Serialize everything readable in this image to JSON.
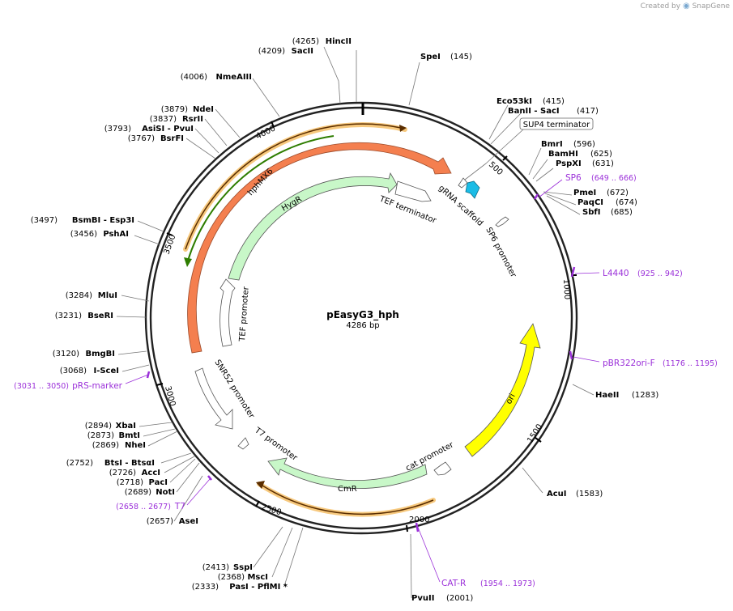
{
  "credit": {
    "prefix": "Created by",
    "brand": "SnapGene"
  },
  "plasmid": {
    "name": "pEasyG3_hph",
    "size": "4286 bp",
    "length": 4286
  },
  "colors": {
    "backbone": "#222222",
    "label": "#000000",
    "primer": "#9b30d9",
    "hph": "#f47f4f",
    "hygr": "#c8f7c8",
    "cmr": "#c8f7c8",
    "ori": "#ffff00",
    "promoter": "#ffffff",
    "gRNA": "#1bbce6",
    "highlight": "#f7c97e",
    "dark_arrow": "#5a2d00",
    "green_arrow": "#2e7d00"
  },
  "ticks": [
    "500",
    "1000",
    "1500",
    "2000",
    "2500",
    "3000",
    "3500",
    "4000"
  ],
  "sites": [
    {
      "id": "hincii",
      "name": "HincII",
      "pos": "(4265)",
      "bp": 4265
    },
    {
      "id": "sacii",
      "name": "SacII",
      "pos": "(4209)",
      "bp": 4209
    },
    {
      "id": "spei",
      "name": "SpeI",
      "pos": "(145)",
      "bp": 145
    },
    {
      "id": "nmeaiii",
      "name": "NmeAIII",
      "pos": "(4006)",
      "bp": 4006
    },
    {
      "id": "eco53ki",
      "name": "Eco53kI",
      "pos": "(415)",
      "bp": 415
    },
    {
      "id": "banii",
      "name": "BanII - SacI",
      "pos": "(417)",
      "bp": 417
    },
    {
      "id": "ndei",
      "name": "NdeI",
      "pos": "(3879)",
      "bp": 3879
    },
    {
      "id": "rsrii",
      "name": "RsrII",
      "pos": "(3837)",
      "bp": 3837
    },
    {
      "id": "asisi",
      "name": "AsiSI - PvuI",
      "pos": "(3793)",
      "bp": 3793
    },
    {
      "id": "bsrfi",
      "name": "BsrFI",
      "pos": "(3767)",
      "bp": 3767
    },
    {
      "id": "bmri",
      "name": "BmrI",
      "pos": "(596)",
      "bp": 596
    },
    {
      "id": "bamhi",
      "name": "BamHI",
      "pos": "(625)",
      "bp": 625
    },
    {
      "id": "pspxi",
      "name": "PspXI",
      "pos": "(631)",
      "bp": 631
    },
    {
      "id": "pmei",
      "name": "PmeI",
      "pos": "(672)",
      "bp": 672
    },
    {
      "id": "paqci",
      "name": "PaqCI",
      "pos": "(674)",
      "bp": 674
    },
    {
      "id": "sbfi",
      "name": "SbfI",
      "pos": "(685)",
      "bp": 685
    },
    {
      "id": "bsmbi",
      "name": "BsmBI - Esp3I",
      "pos": "(3497)",
      "bp": 3497
    },
    {
      "id": "pshai",
      "name": "PshAI",
      "pos": "(3456)",
      "bp": 3456
    },
    {
      "id": "mlui",
      "name": "MluI",
      "pos": "(3284)",
      "bp": 3284
    },
    {
      "id": "bseri",
      "name": "BseRI",
      "pos": "(3231)",
      "bp": 3231
    },
    {
      "id": "bmgbi",
      "name": "BmgBI",
      "pos": "(3120)",
      "bp": 3120
    },
    {
      "id": "scei",
      "name": "I-SceI",
      "pos": "(3068)",
      "bp": 3068
    },
    {
      "id": "haeii",
      "name": "HaeII",
      "pos": "(1283)",
      "bp": 1283
    },
    {
      "id": "xbai",
      "name": "XbaI",
      "pos": "(2894)",
      "bp": 2894
    },
    {
      "id": "bmti",
      "name": "BmtI",
      "pos": "(2873)",
      "bp": 2873
    },
    {
      "id": "nhei",
      "name": "NheI",
      "pos": "(2869)",
      "bp": 2869
    },
    {
      "id": "btsi",
      "name": "BtsI - BtsαI",
      "pos": "(2752)",
      "bp": 2752
    },
    {
      "id": "acci",
      "name": "AccI",
      "pos": "(2726)",
      "bp": 2726
    },
    {
      "id": "paci",
      "name": "PacI",
      "pos": "(2718)",
      "bp": 2718
    },
    {
      "id": "noti",
      "name": "NotI",
      "pos": "(2689)",
      "bp": 2689
    },
    {
      "id": "acui",
      "name": "AcuI",
      "pos": "(1583)",
      "bp": 1583
    },
    {
      "id": "asei",
      "name": "AseI",
      "pos": "(2657)",
      "bp": 2657
    },
    {
      "id": "sspi",
      "name": "SspI",
      "pos": "(2413)",
      "bp": 2413
    },
    {
      "id": "msci",
      "name": "MscI",
      "pos": "(2368)",
      "bp": 2368
    },
    {
      "id": "pasi",
      "name": "PasI - PflMI *",
      "pos": "(2333)",
      "bp": 2333
    },
    {
      "id": "pvuii",
      "name": "PvuII",
      "pos": "(2001)",
      "bp": 2001
    }
  ],
  "primers": [
    {
      "id": "sp6",
      "name": "SP6",
      "range": "(649 .. 666)",
      "bp": 657
    },
    {
      "id": "l4440",
      "name": "L4440",
      "range": "(925 .. 942)",
      "bp": 933
    },
    {
      "id": "pbr322",
      "name": "pBR322ori-F",
      "range": "(1176 .. 1195)",
      "bp": 1185
    },
    {
      "id": "catr",
      "name": "CAT-R",
      "range": "(1954 .. 1973)",
      "bp": 1963
    },
    {
      "id": "t7",
      "name": "T7",
      "range": "(2658 .. 2677)",
      "bp": 2667
    },
    {
      "id": "prs",
      "name": "pRS-marker",
      "range": "(3031 .. 3050)",
      "bp": 3040
    }
  ],
  "features": {
    "sup4": "SUP4 terminator",
    "grna": "gRNA scaffold",
    "sp6_promoter": "SP6 promoter",
    "tef_terminator": "TEF terminator",
    "hygr": "HygR",
    "hphmx6": "hphMX6",
    "tef_promoter": "TEF promoter",
    "snr52": "SNR52 promoter",
    "t7_promoter": "T7 promoter",
    "cmr": "CmR",
    "cat_promoter": "cat promoter",
    "ori": "ori"
  }
}
